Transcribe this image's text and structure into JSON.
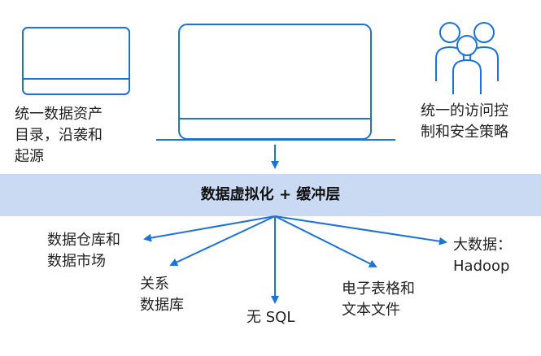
{
  "top": {
    "left_label": "统一数据资产\n目录，沿袭和\n起源",
    "right_label": "统一的访问控\n制和安全策略"
  },
  "band": {
    "title": "数据虚拟化 + 缓冲层"
  },
  "targets": {
    "warehouse": "数据仓库和\n数据市场",
    "relational": "关系\n数据库",
    "nosql": "无 SQL",
    "spreadsheet": "电子表格和\n文本文件",
    "bigdata": "大数据：\nHadoop"
  },
  "colors": {
    "accent": "#1a73d9",
    "band": "#c9daf2"
  }
}
